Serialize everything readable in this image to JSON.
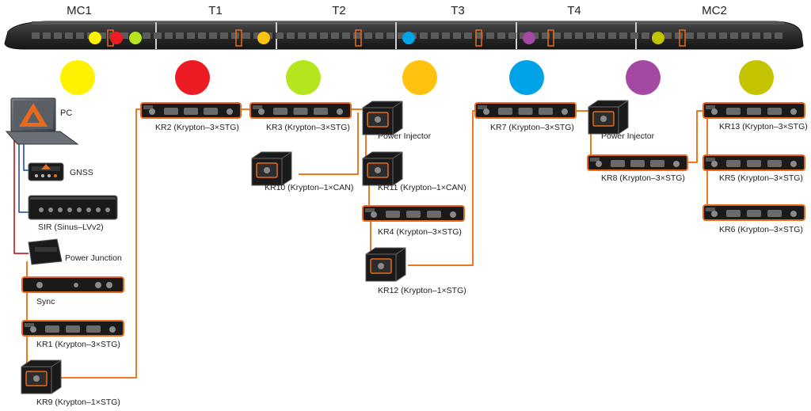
{
  "train": {
    "cars": [
      {
        "label": "MC1",
        "color": "#FFF200"
      },
      {
        "label": "T1",
        "color": "#ED1C24"
      },
      {
        "label": "T2",
        "color": "#B5E61D"
      },
      {
        "label": "T3",
        "color": "#FFC20E"
      },
      {
        "label": "T4",
        "color": "#00A2E8"
      },
      {
        "label": "MC2",
        "color": "#A349A4"
      }
    ],
    "circle_colors": [
      "#FFF200",
      "#ED1C24",
      "#B5E61D",
      "#FFC20E",
      "#00A2E8",
      "#A349A4",
      "#C3C300"
    ],
    "dot_colors": [
      "#FFF200",
      "#ED1C24",
      "#B5E61D",
      "#FFC20E",
      "#00A2E8",
      "#A349A4",
      "#C3C300"
    ]
  },
  "devices": {
    "pc": "PC",
    "gnss": "GNSS",
    "sir": "SIR (Sinus–LVv2)",
    "power_junction": "Power Junction",
    "sync": "Sync",
    "kr1": "KR1 (Krypton–3×STG)",
    "kr9": "KR9 (Krypton–1×STG)",
    "kr2": "KR2 (Krypton–3×STG)",
    "kr3": "KR3 (Krypton–3×STG)",
    "kr10": "KR10 (Krypton–1×CAN)",
    "power_injector_1": "Power Injector",
    "kr11": "KR11 (Krypton–1×CAN)",
    "kr4": "KR4 (Krypton–3×STG)",
    "kr12": "KR12 (Krypton–1×STG)",
    "kr7": "KR7 (Krypton–3×STG)",
    "power_injector_2": "Power Injector",
    "kr8": "KR8 (Krypton–3×STG)",
    "kr13": "KR13 (Krypton–3×STG)",
    "kr5": "KR5 (Krypton–3×STG)",
    "kr6": "KR6 (Krypton–3×STG)"
  },
  "colors": {
    "ethercat_cable": "#F07820",
    "red_cable": "#C00000",
    "blue_cable": "#1F3FA8",
    "device_body": "#1A1A1A",
    "device_accent": "#E86A1A",
    "train_body": "#2B2B2B"
  }
}
